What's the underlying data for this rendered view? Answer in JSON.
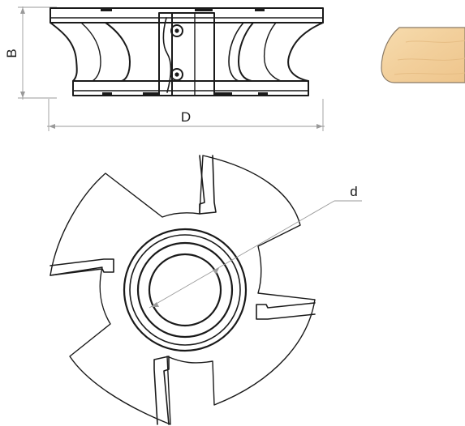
{
  "labels": {
    "height": "B",
    "outer_diameter": "D",
    "bore_diameter": "d"
  },
  "colors": {
    "line": "#1a1a1a",
    "dimension": "#9a9a9a",
    "wood": "#f2cf9b",
    "wood_edge": "#8a7a66"
  }
}
